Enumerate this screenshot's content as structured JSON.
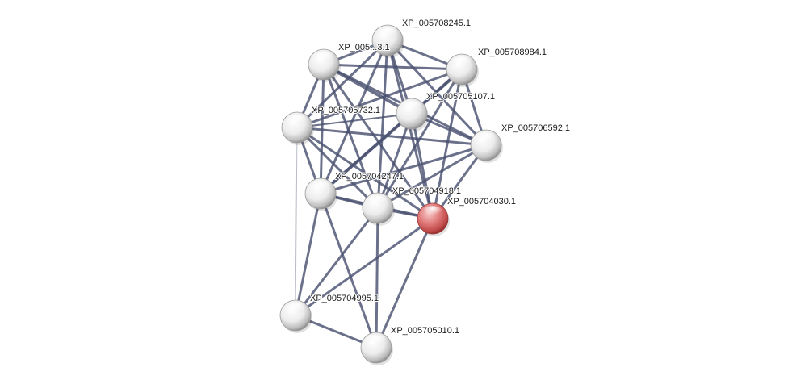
{
  "colors": {
    "edge": "#4b5270",
    "edge_light": "#b9bcc6",
    "node": "#ffffff",
    "node_query": "#e07a7a",
    "background": "#ffffff"
  },
  "nodes": [
    {
      "id": "n8245",
      "label": "XP_005708245.1",
      "query": false
    },
    {
      "id": "nX",
      "label": "XP_005...3.1",
      "query": false
    },
    {
      "id": "n8984",
      "label": "XP_005708984.1",
      "query": false
    },
    {
      "id": "n5107",
      "label": "XP_005705107.1",
      "query": false
    },
    {
      "id": "n5732",
      "label": "XP_005705732.1",
      "query": false
    },
    {
      "id": "n6592",
      "label": "XP_005706592.1",
      "query": false
    },
    {
      "id": "n4247",
      "label": "XP_005704247.1",
      "query": false
    },
    {
      "id": "n4918",
      "label": "XP_005704918.1",
      "query": false
    },
    {
      "id": "n4030",
      "label": "XP_005704030.1",
      "query": true
    },
    {
      "id": "n4995",
      "label": "XP_005704995.1",
      "query": false
    },
    {
      "id": "n5010",
      "label": "XP_005705010.1",
      "query": false
    }
  ],
  "edges": [
    {
      "source": "nX",
      "target": "n8245",
      "weight": 3
    },
    {
      "source": "nX",
      "target": "n8984",
      "weight": 3
    },
    {
      "source": "nX",
      "target": "n5107",
      "weight": 4
    },
    {
      "source": "nX",
      "target": "n5732",
      "weight": 3
    },
    {
      "source": "nX",
      "target": "n6592",
      "weight": 3
    },
    {
      "source": "nX",
      "target": "n4247",
      "weight": 3
    },
    {
      "source": "nX",
      "target": "n4918",
      "weight": 3
    },
    {
      "source": "nX",
      "target": "n4030",
      "weight": 3
    },
    {
      "source": "n8245",
      "target": "n8984",
      "weight": 3
    },
    {
      "source": "n8245",
      "target": "n5107",
      "weight": 3
    },
    {
      "source": "n8245",
      "target": "n5732",
      "weight": 3
    },
    {
      "source": "n8245",
      "target": "n6592",
      "weight": 3
    },
    {
      "source": "n8245",
      "target": "n4247",
      "weight": 3
    },
    {
      "source": "n8245",
      "target": "n4918",
      "weight": 3
    },
    {
      "source": "n8245",
      "target": "n4030",
      "weight": 3
    },
    {
      "source": "n8984",
      "target": "n5107",
      "weight": 4
    },
    {
      "source": "n8984",
      "target": "n5732",
      "weight": 3
    },
    {
      "source": "n8984",
      "target": "n6592",
      "weight": 3
    },
    {
      "source": "n8984",
      "target": "n4247",
      "weight": 3
    },
    {
      "source": "n8984",
      "target": "n4918",
      "weight": 3
    },
    {
      "source": "n8984",
      "target": "n4030",
      "weight": 3
    },
    {
      "source": "n5107",
      "target": "n5732",
      "weight": 2
    },
    {
      "source": "n5107",
      "target": "n6592",
      "weight": 3
    },
    {
      "source": "n5107",
      "target": "n4247",
      "weight": 4
    },
    {
      "source": "n5107",
      "target": "n4918",
      "weight": 3
    },
    {
      "source": "n5107",
      "target": "n4030",
      "weight": 3
    },
    {
      "source": "n5732",
      "target": "n6592",
      "weight": 3
    },
    {
      "source": "n5732",
      "target": "n4247",
      "weight": 3
    },
    {
      "source": "n5732",
      "target": "n4918",
      "weight": 3
    },
    {
      "source": "n5732",
      "target": "n4030",
      "weight": 3
    },
    {
      "source": "n5732",
      "target": "n4995",
      "weight": 1,
      "light": true
    },
    {
      "source": "n6592",
      "target": "n4247",
      "weight": 3
    },
    {
      "source": "n6592",
      "target": "n4918",
      "weight": 3
    },
    {
      "source": "n6592",
      "target": "n4030",
      "weight": 3
    },
    {
      "source": "n4247",
      "target": "n4918",
      "weight": 3
    },
    {
      "source": "n4247",
      "target": "n4030",
      "weight": 3
    },
    {
      "source": "n4247",
      "target": "n4995",
      "weight": 3
    },
    {
      "source": "n4247",
      "target": "n5010",
      "weight": 3
    },
    {
      "source": "n4918",
      "target": "n4030",
      "weight": 3
    },
    {
      "source": "n4918",
      "target": "n4995",
      "weight": 3
    },
    {
      "source": "n4918",
      "target": "n5010",
      "weight": 3
    },
    {
      "source": "n4030",
      "target": "n4995",
      "weight": 3
    },
    {
      "source": "n4030",
      "target": "n5010",
      "weight": 3
    },
    {
      "source": "n4995",
      "target": "n5010",
      "weight": 3
    }
  ]
}
